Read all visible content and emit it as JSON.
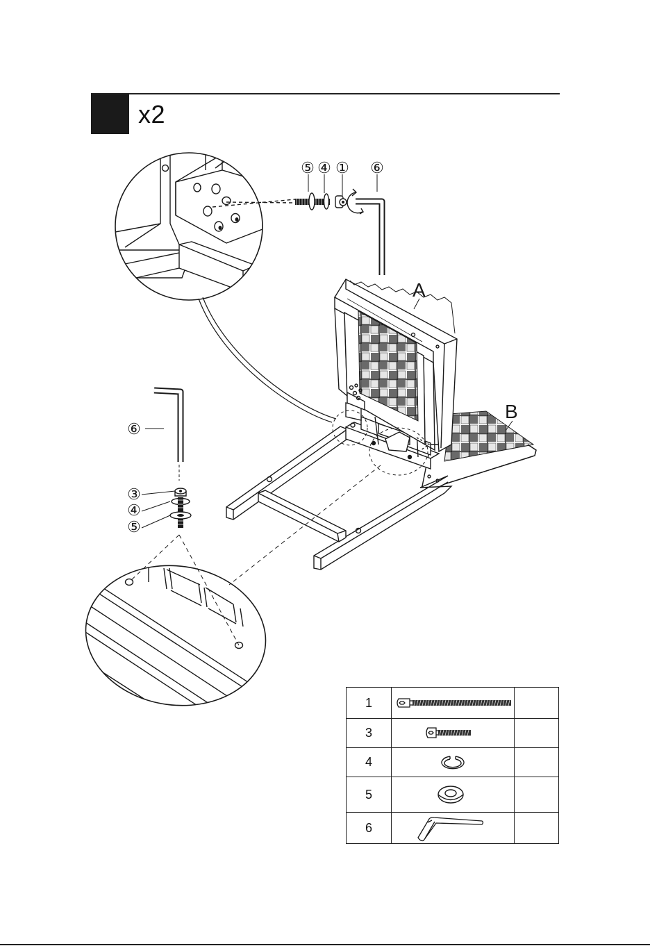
{
  "step": {
    "multiplier": "x2"
  },
  "callouts": {
    "part_1": "①",
    "part_3": "③",
    "part_4": "④",
    "part_5": "⑤",
    "part_6": "⑥",
    "component_a": "A",
    "component_b": "B"
  },
  "parts_table": {
    "rows": [
      {
        "part_no": "1",
        "icon": "long-hex-bolt-icon",
        "qty": ""
      },
      {
        "part_no": "3",
        "icon": "short-hex-bolt-icon",
        "qty": ""
      },
      {
        "part_no": "4",
        "icon": "spring-washer-icon",
        "qty": ""
      },
      {
        "part_no": "5",
        "icon": "flat-washer-icon",
        "qty": ""
      },
      {
        "part_no": "6",
        "icon": "allen-key-icon",
        "qty": ""
      }
    ]
  }
}
